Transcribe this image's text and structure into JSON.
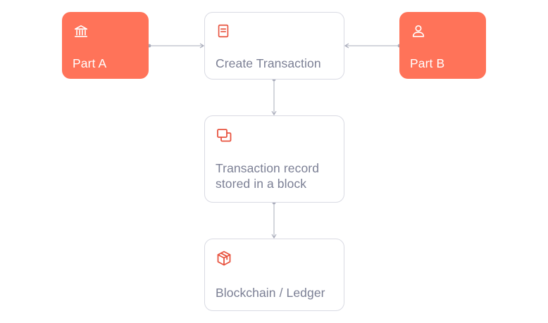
{
  "nodes": {
    "part_a": {
      "label": "Part A",
      "icon": "bank-icon"
    },
    "part_b": {
      "label": "Part B",
      "icon": "user-icon"
    },
    "create_transaction": {
      "label": "Create Transaction",
      "icon": "document-icon"
    },
    "transaction_record": {
      "label_line1": "Transaction record",
      "label_line2": "stored in a block",
      "icon": "stacked-blocks-icon"
    },
    "ledger": {
      "label": "Blockchain / Ledger",
      "icon": "cube-icon"
    }
  },
  "edges": [
    {
      "from": "part_a",
      "to": "create_transaction"
    },
    {
      "from": "part_b",
      "to": "create_transaction"
    },
    {
      "from": "create_transaction",
      "to": "transaction_record"
    },
    {
      "from": "transaction_record",
      "to": "ledger"
    }
  ],
  "colors": {
    "accent": "#ff7359",
    "icon_accent": "#e8533f",
    "node_border": "#d9dae3",
    "text_muted": "#7b7f94",
    "edge": "#a9acbb"
  }
}
